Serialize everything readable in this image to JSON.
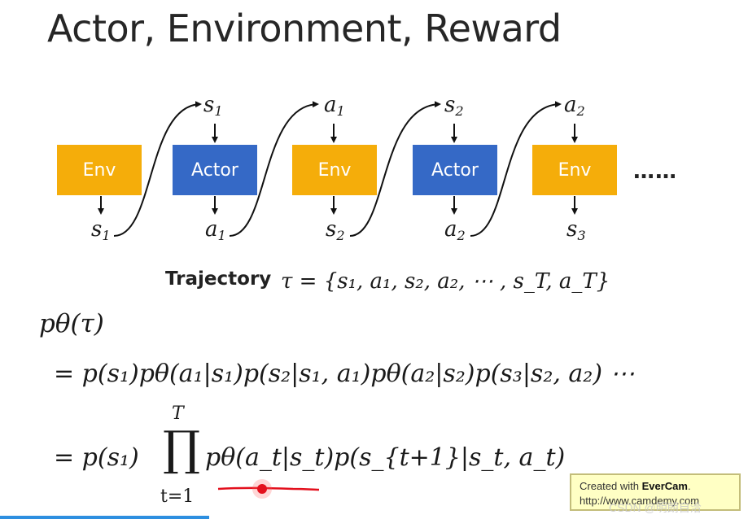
{
  "slide": {
    "title": "Actor, Environment, Reward"
  },
  "flow": {
    "boxes": [
      {
        "label": "Env",
        "kind": "env"
      },
      {
        "label": "Actor",
        "kind": "actor"
      },
      {
        "label": "Env",
        "kind": "env"
      },
      {
        "label": "Actor",
        "kind": "actor"
      },
      {
        "label": "Env",
        "kind": "env"
      }
    ],
    "top_labels": [
      "s",
      "a",
      "s",
      "a"
    ],
    "top_subs": [
      "1",
      "1",
      "2",
      "2"
    ],
    "bottom_labels": [
      "s",
      "a",
      "s",
      "a",
      "s"
    ],
    "bottom_subs": [
      "1",
      "1",
      "2",
      "2",
      "3"
    ],
    "continuation": "……"
  },
  "trajectory": {
    "label": "Trajectory",
    "equation": "τ = {s₁, a₁, s₂, a₂, ⋯ , s_T, a_T}"
  },
  "equations": {
    "lhs": "pθ(τ)",
    "line1": "= p(s₁)pθ(a₁|s₁)p(s₂|s₁, a₁)pθ(a₂|s₂)p(s₃|s₂, a₂) ⋯",
    "line2_prefix": "= p(s₁)",
    "product_upper": "T",
    "product_lower": "t=1",
    "line2_suffix": "pθ(a_t|s_t)p(s_{t+1}|s_t, a_t)"
  },
  "watermark": {
    "line1_prefix": "Created with ",
    "brand": "EverCam",
    "line1_suffix": ".",
    "line2": "http://www.camdemy.com"
  },
  "overlay": {
    "csdn": "CSDN @明朗自洽"
  },
  "colors": {
    "env": "#f5ad0a",
    "actor": "#3569c6",
    "annotation_red": "#e3101d",
    "progress": "#2d8fe0"
  },
  "progress": {
    "fraction": 0.28
  }
}
